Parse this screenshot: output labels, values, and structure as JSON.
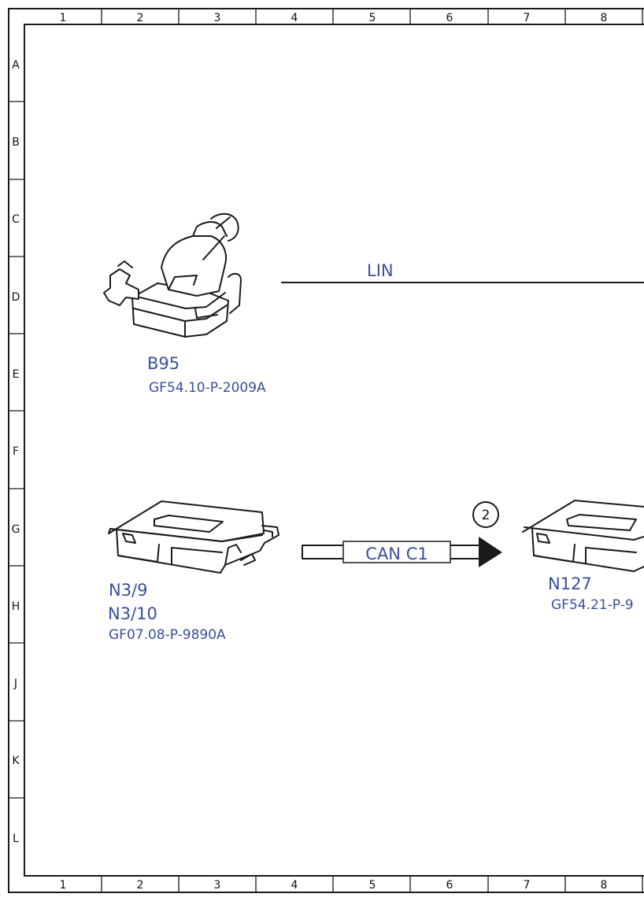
{
  "frame": {
    "columns": [
      "1",
      "2",
      "3",
      "4",
      "5",
      "6",
      "7",
      "8"
    ],
    "rows": [
      "A",
      "B",
      "C",
      "D",
      "E",
      "F",
      "G",
      "H",
      "J",
      "K",
      "L"
    ]
  },
  "components": {
    "sensor": {
      "code": "B95",
      "doc": "GF54.10-P-2009A"
    },
    "control_unit_left": {
      "code_1": "N3/9",
      "code_2": "N3/10",
      "doc": "GF07.08-P-9890A"
    },
    "control_unit_right": {
      "code": "N127",
      "doc": "GF54.21-P-9"
    }
  },
  "connections": {
    "lin": {
      "label": "LIN"
    },
    "can": {
      "label": "CAN C1",
      "marker": "2"
    }
  }
}
